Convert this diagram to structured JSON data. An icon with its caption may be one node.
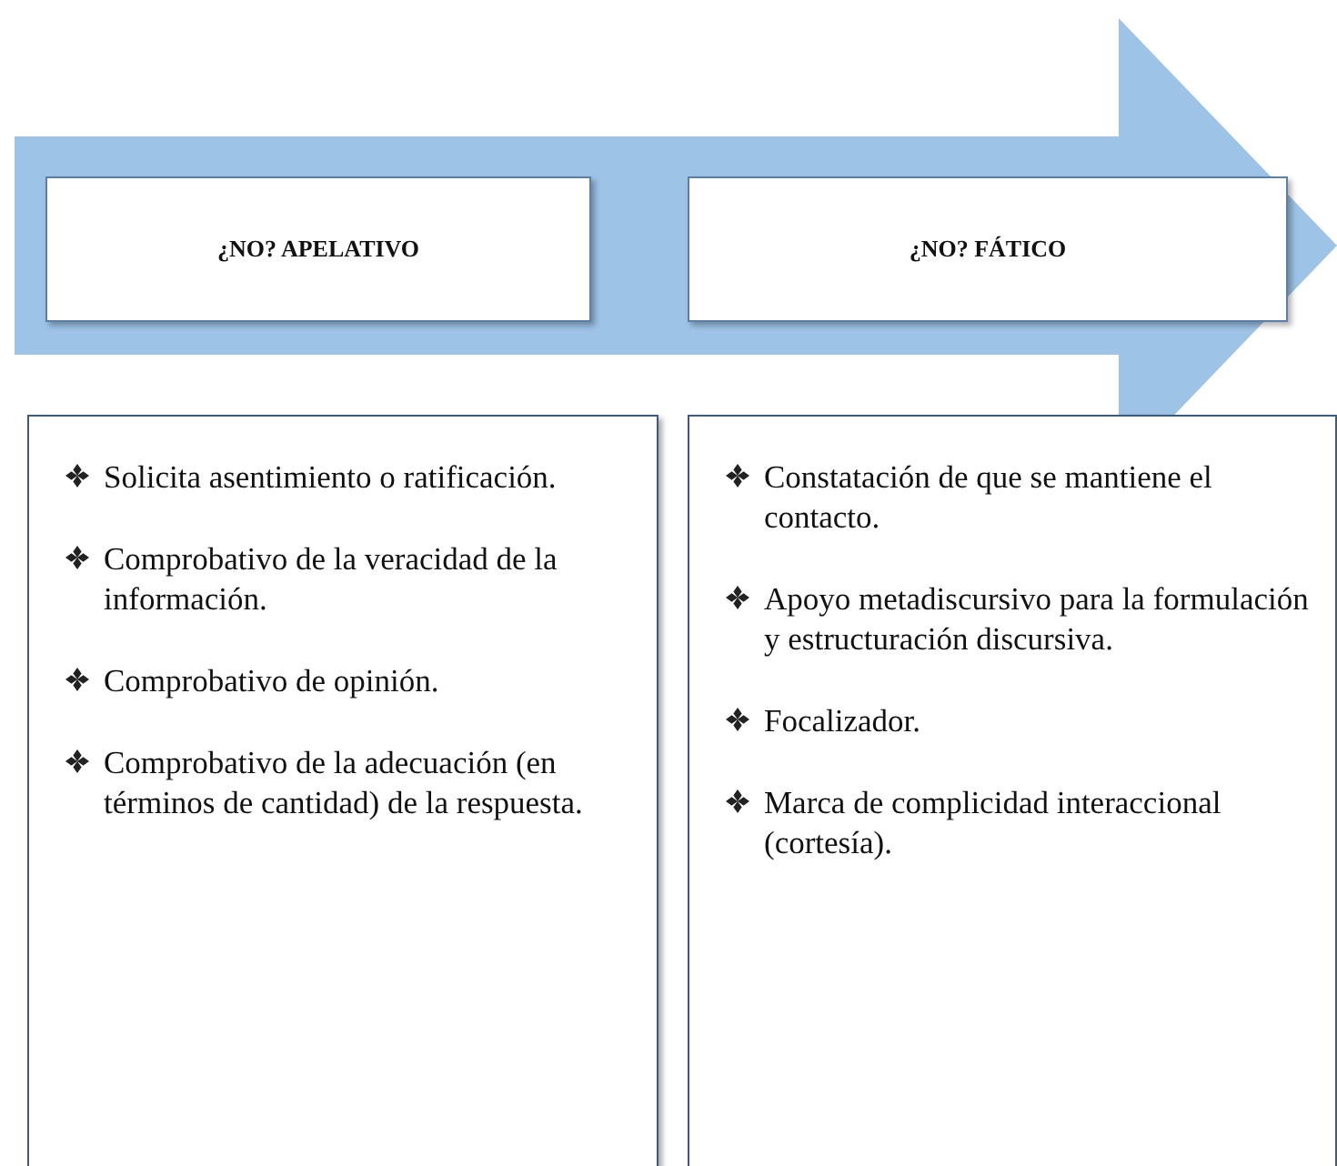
{
  "diagram": {
    "nodes": [
      {
        "text": [
          "¿NO? APELATIVO"
        ]
      },
      {
        "text": [
          "¿NO? FÁTICO"
        ]
      },
      {
        "text": [
          "Solicita asentimiento o ratificación.",
          "Comprobativo de la veracidad de la información.",
          "Comprobativo de opinión.",
          "Comprobativo de la adecuación (en términos de cantidad) de la respuesta."
        ]
      },
      {
        "text": [
          "Constatación de que se mantiene el contacto.",
          "Apoyo metadiscursivo para la formulación y estructuración discursiva.",
          "Focalizador.",
          "Marca de complicidad interaccional (cortesía)."
        ]
      }
    ],
    "edges": []
  }
}
